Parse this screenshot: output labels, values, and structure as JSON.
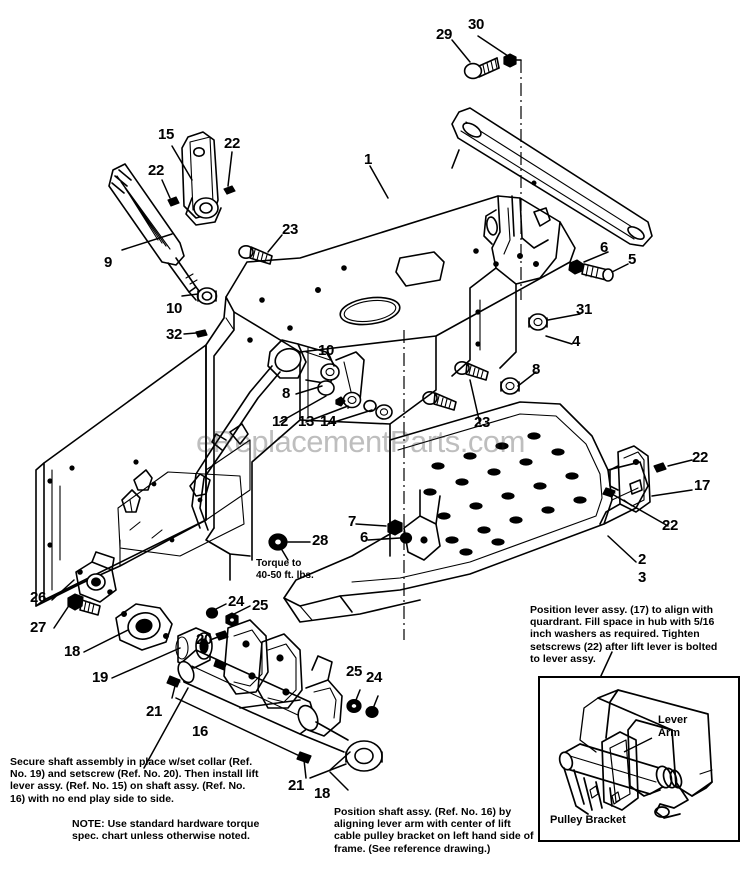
{
  "diagram": {
    "title": "Frame and Lift Assembly Exploded Parts Diagram",
    "watermark": "eReplacementParts.com",
    "line_color": "#000000",
    "background_color": "#ffffff"
  },
  "callouts": [
    {
      "id": "c29",
      "label": "29"
    },
    {
      "id": "c30",
      "label": "30"
    },
    {
      "id": "c15",
      "label": "15"
    },
    {
      "id": "c22a",
      "label": "22"
    },
    {
      "id": "c22b",
      "label": "22"
    },
    {
      "id": "c1",
      "label": "1"
    },
    {
      "id": "c23a",
      "label": "23"
    },
    {
      "id": "c9",
      "label": "9"
    },
    {
      "id": "c10a",
      "label": "10"
    },
    {
      "id": "c6a",
      "label": "6"
    },
    {
      "id": "c5",
      "label": "5"
    },
    {
      "id": "c31",
      "label": "31"
    },
    {
      "id": "c4",
      "label": "4"
    },
    {
      "id": "c32",
      "label": "32"
    },
    {
      "id": "c10b",
      "label": "10"
    },
    {
      "id": "c11",
      "label": "11"
    },
    {
      "id": "c8",
      "label": "8"
    },
    {
      "id": "c12",
      "label": "12"
    },
    {
      "id": "c13",
      "label": "13"
    },
    {
      "id": "c14",
      "label": "14"
    },
    {
      "id": "c23b",
      "label": "23"
    },
    {
      "id": "c22c",
      "label": "22"
    },
    {
      "id": "c17",
      "label": "17"
    },
    {
      "id": "c22d",
      "label": "22"
    },
    {
      "id": "c7",
      "label": "7"
    },
    {
      "id": "c6b",
      "label": "6"
    },
    {
      "id": "c28",
      "label": "28"
    },
    {
      "id": "c2",
      "label": "2"
    },
    {
      "id": "c3",
      "label": "3"
    },
    {
      "id": "c26",
      "label": "26"
    },
    {
      "id": "c27",
      "label": "27"
    },
    {
      "id": "c18a",
      "label": "18"
    },
    {
      "id": "c19",
      "label": "19"
    },
    {
      "id": "c24a",
      "label": "24"
    },
    {
      "id": "c25a",
      "label": "25"
    },
    {
      "id": "c20",
      "label": "20"
    },
    {
      "id": "c21a",
      "label": "21"
    },
    {
      "id": "c21b",
      "label": "21"
    },
    {
      "id": "c16a",
      "label": "16"
    },
    {
      "id": "c25b",
      "label": "25"
    },
    {
      "id": "c24b",
      "label": "24"
    },
    {
      "id": "c18b",
      "label": "18"
    }
  ],
  "notes": {
    "torque": "Torque to\n40-50 ft. lbs.",
    "torque_line1": "Torque to",
    "torque_line2": "40-50 ft. lbs.",
    "secure_shaft": "Secure shaft assembly in place w/set collar (Ref. No. 19) and setscrew (Ref. No. 20). Then install lift lever assy. (Ref. No. 15) on shaft assy. (Ref. No. 16) with no end play side to side.",
    "hardware_note": "NOTE: Use standard hardware torque spec. chart unless otherwise noted.",
    "position_shaft": "Position shaft assy. (Ref. No. 16) by aligning lever arm with center of lift cable pulley bracket on left hand side of frame. (See reference drawing.)",
    "position_lever": "Position lever assy. (17) to align with quardrant. Fill space in hub with 5/16 inch washers as required. Tighten setscrews (22) after lift lever is bolted to lever assy."
  },
  "inset": {
    "label_lever_arm_line1": "Lever",
    "label_lever_arm_line2": "Arm",
    "label_pulley_bracket": "Pulley Bracket"
  }
}
